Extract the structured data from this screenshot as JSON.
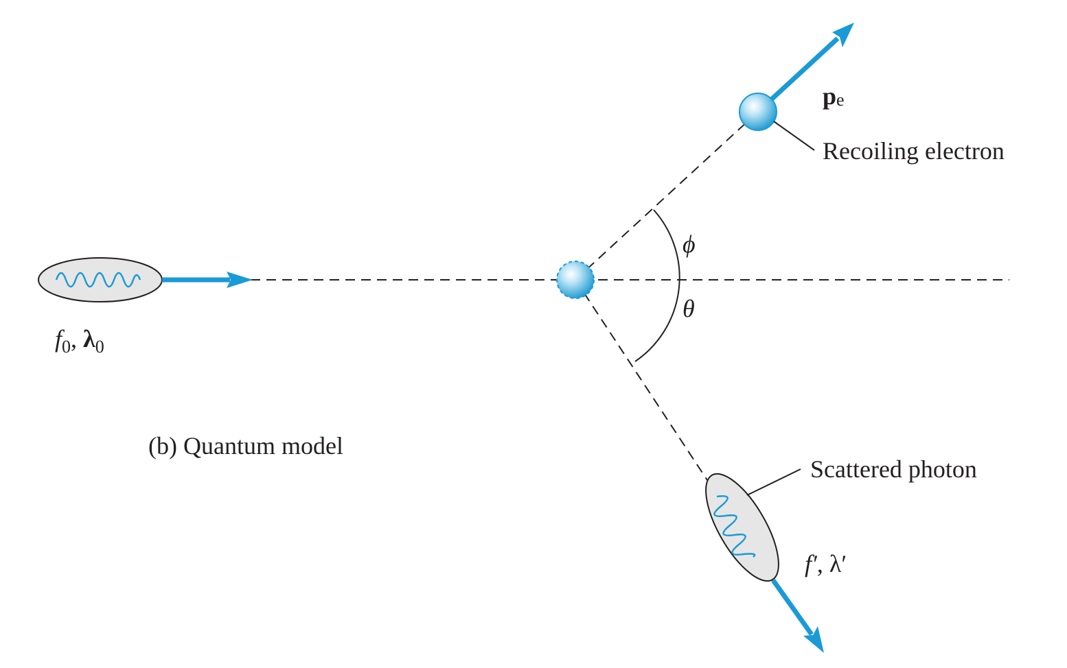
{
  "caption": "(b) Quantum model",
  "labels": {
    "incident_f": "f",
    "incident_f_sub": "0",
    "incident_sep": ", ",
    "incident_lambda": "λ",
    "incident_lambda_sub": "0",
    "electron_momentum": "p",
    "electron_momentum_sub": "e",
    "recoiling_electron": "Recoiling electron",
    "scattered_photon": "Scattered photon",
    "scattered_f": "f′",
    "scattered_sep": ", ",
    "scattered_lambda": "λ′",
    "angle_phi": "ϕ",
    "angle_theta": "θ"
  },
  "colors": {
    "arrow": "#1a9ad6",
    "wave": "#1a9ad6",
    "packet_fill": "#e6e6e6",
    "line": "#231f20",
    "electron_light": "#d8f0fb",
    "electron_dark": "#2a9fd4"
  }
}
